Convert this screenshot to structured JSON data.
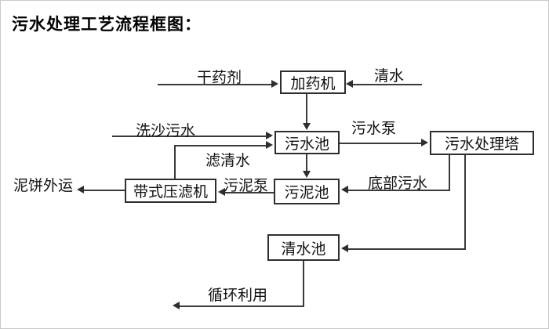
{
  "title": "污水处理工艺流程框图：",
  "nodes": {
    "dosing_machine": {
      "label": "加药机"
    },
    "sewage_pool": {
      "label": "污水池"
    },
    "treatment_tower": {
      "label": "污水处理塔"
    },
    "belt_filter_press": {
      "label": "带式压滤机"
    },
    "sludge_pool": {
      "label": "污泥池"
    },
    "clean_water_pool": {
      "label": "清水池"
    }
  },
  "flow_labels": {
    "dry_agent": "干药剂",
    "clean_water": "清水",
    "sand_washing_sewage": "洗沙污水",
    "filtered_water": "滤清水",
    "sewage_pump": "污水泵",
    "bottom_sewage": "底部污水",
    "sludge_pump": "污泥泵",
    "mud_cake_out": "泥饼外运",
    "recycling": "循环利用"
  },
  "colors": {
    "line": "#3a3a3a",
    "box_border": "#2e2e2e",
    "text": "#111111",
    "background": "#ffffff"
  }
}
